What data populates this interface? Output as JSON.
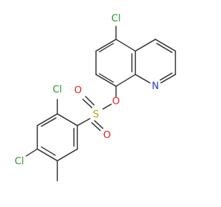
{
  "atoms": {
    "cl_quinoline": {
      "label": "Cl",
      "color": "#2e9c2e"
    },
    "n_quinoline": {
      "label": "N",
      "color": "#2340c8"
    },
    "o_ester": {
      "label": "O",
      "color": "#e0201b"
    },
    "s_sulfonyl": {
      "label": "S",
      "color": "#b8a000"
    },
    "o_sulfonyl_left": {
      "label": "O",
      "color": "#e0201b"
    },
    "o_sulfonyl_bottom": {
      "label": "O",
      "color": "#e0201b"
    },
    "cl_ortho": {
      "label": "Cl",
      "color": "#2e9c2e"
    },
    "cl_para": {
      "label": "Cl",
      "color": "#2e9c2e"
    }
  },
  "bond_color": "#3a3a3a"
}
